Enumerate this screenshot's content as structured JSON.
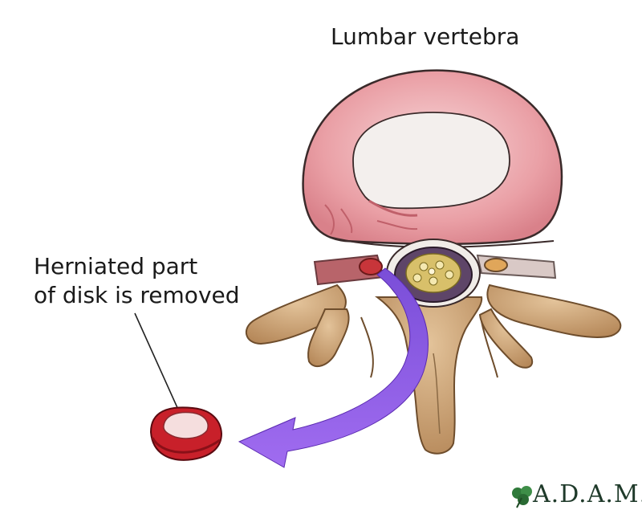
{
  "labels": {
    "structure": "Lumbar vertebra",
    "callout_line1": "Herniated part",
    "callout_line2": "of disk is removed"
  },
  "logo": {
    "text": "A.D.A.M.",
    "icon": "clover-leaf-icon"
  },
  "colors": {
    "disk_pink": "#e8a3a8",
    "disk_center": "#f1ecea",
    "bone_tan": "#c8a070",
    "bone_dark": "#7d5a35",
    "spinal_canal": "#5e4568",
    "nerve_yellow": "#d8c06a",
    "arrow_purple": "#8a4fe0",
    "fragment_red": "#c8202a",
    "fragment_light": "#f5dede"
  }
}
